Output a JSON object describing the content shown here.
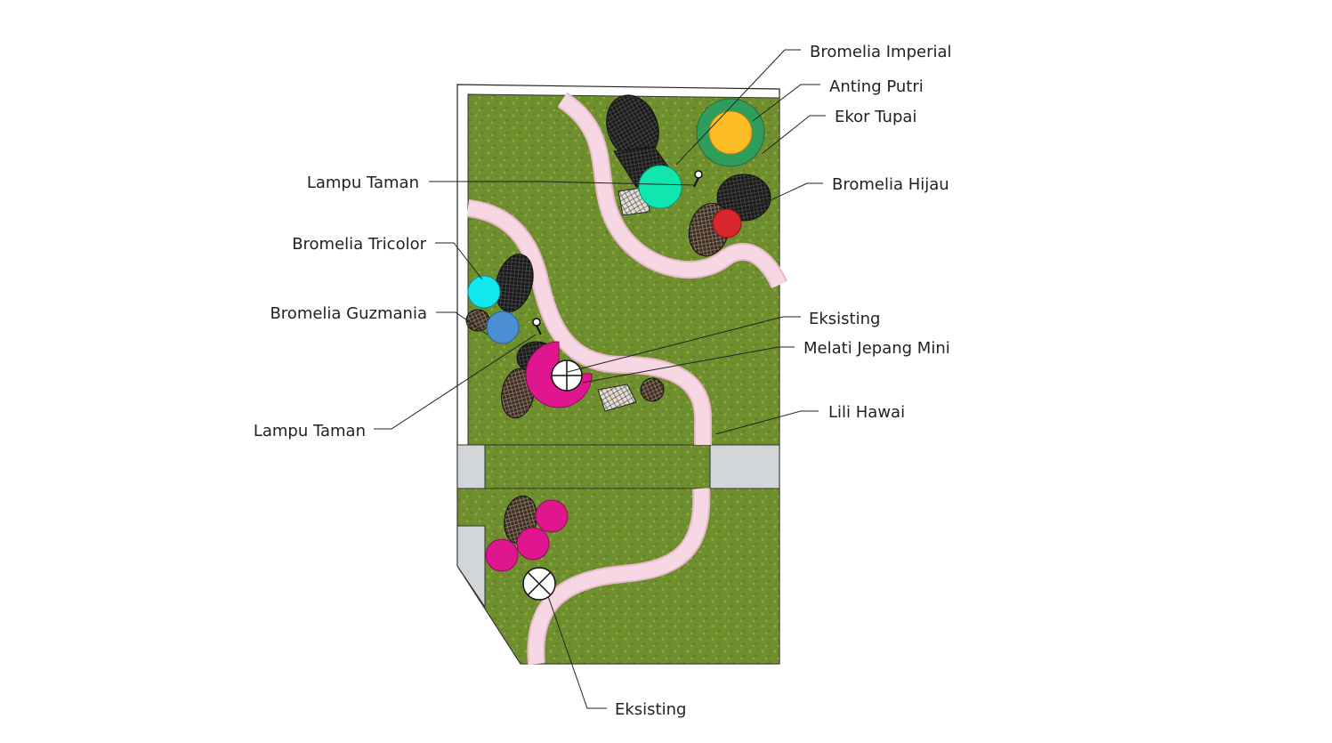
{
  "labels": {
    "bromelia_imperial": "Bromelia Imperial",
    "anting_putri": "Anting Putri",
    "ekor_tupai": "Ekor Tupai",
    "bromelia_hijau": "Bromelia Hijau",
    "lampu_taman_top": "Lampu Taman",
    "bromelia_tricolor": "Bromelia Tricolor",
    "bromelia_guzmania": "Bromelia Guzmania",
    "eksisting_mid": "Eksisting",
    "melati_jepang_mini": "Melati Jepang Mini",
    "lili_hawai": "Lili Hawai",
    "lampu_taman_bottom": "Lampu Taman",
    "eksisting_bottom": "Eksisting"
  },
  "colors": {
    "grass": "#6f8f2e",
    "grass_light": "#86a63c",
    "path": "#f7d7e3",
    "path_edge": "#e8b9cb",
    "paving": "#d3d6d8",
    "bromelia_imperial": "#11e6b0",
    "anting_putri": "#fbbc24",
    "ekor_tupai": "#2f9e5c",
    "bromelia_hijau": "#d9252b",
    "bromelia_tricolor": "#12e8f0",
    "bromelia_guzmania": "#4a8fd4",
    "melati_jepang_mini": "#e0168f",
    "shrub_dark": "#1c1c1c",
    "shrub_brown": "#5b4636",
    "rock": "#cfc6bd"
  }
}
